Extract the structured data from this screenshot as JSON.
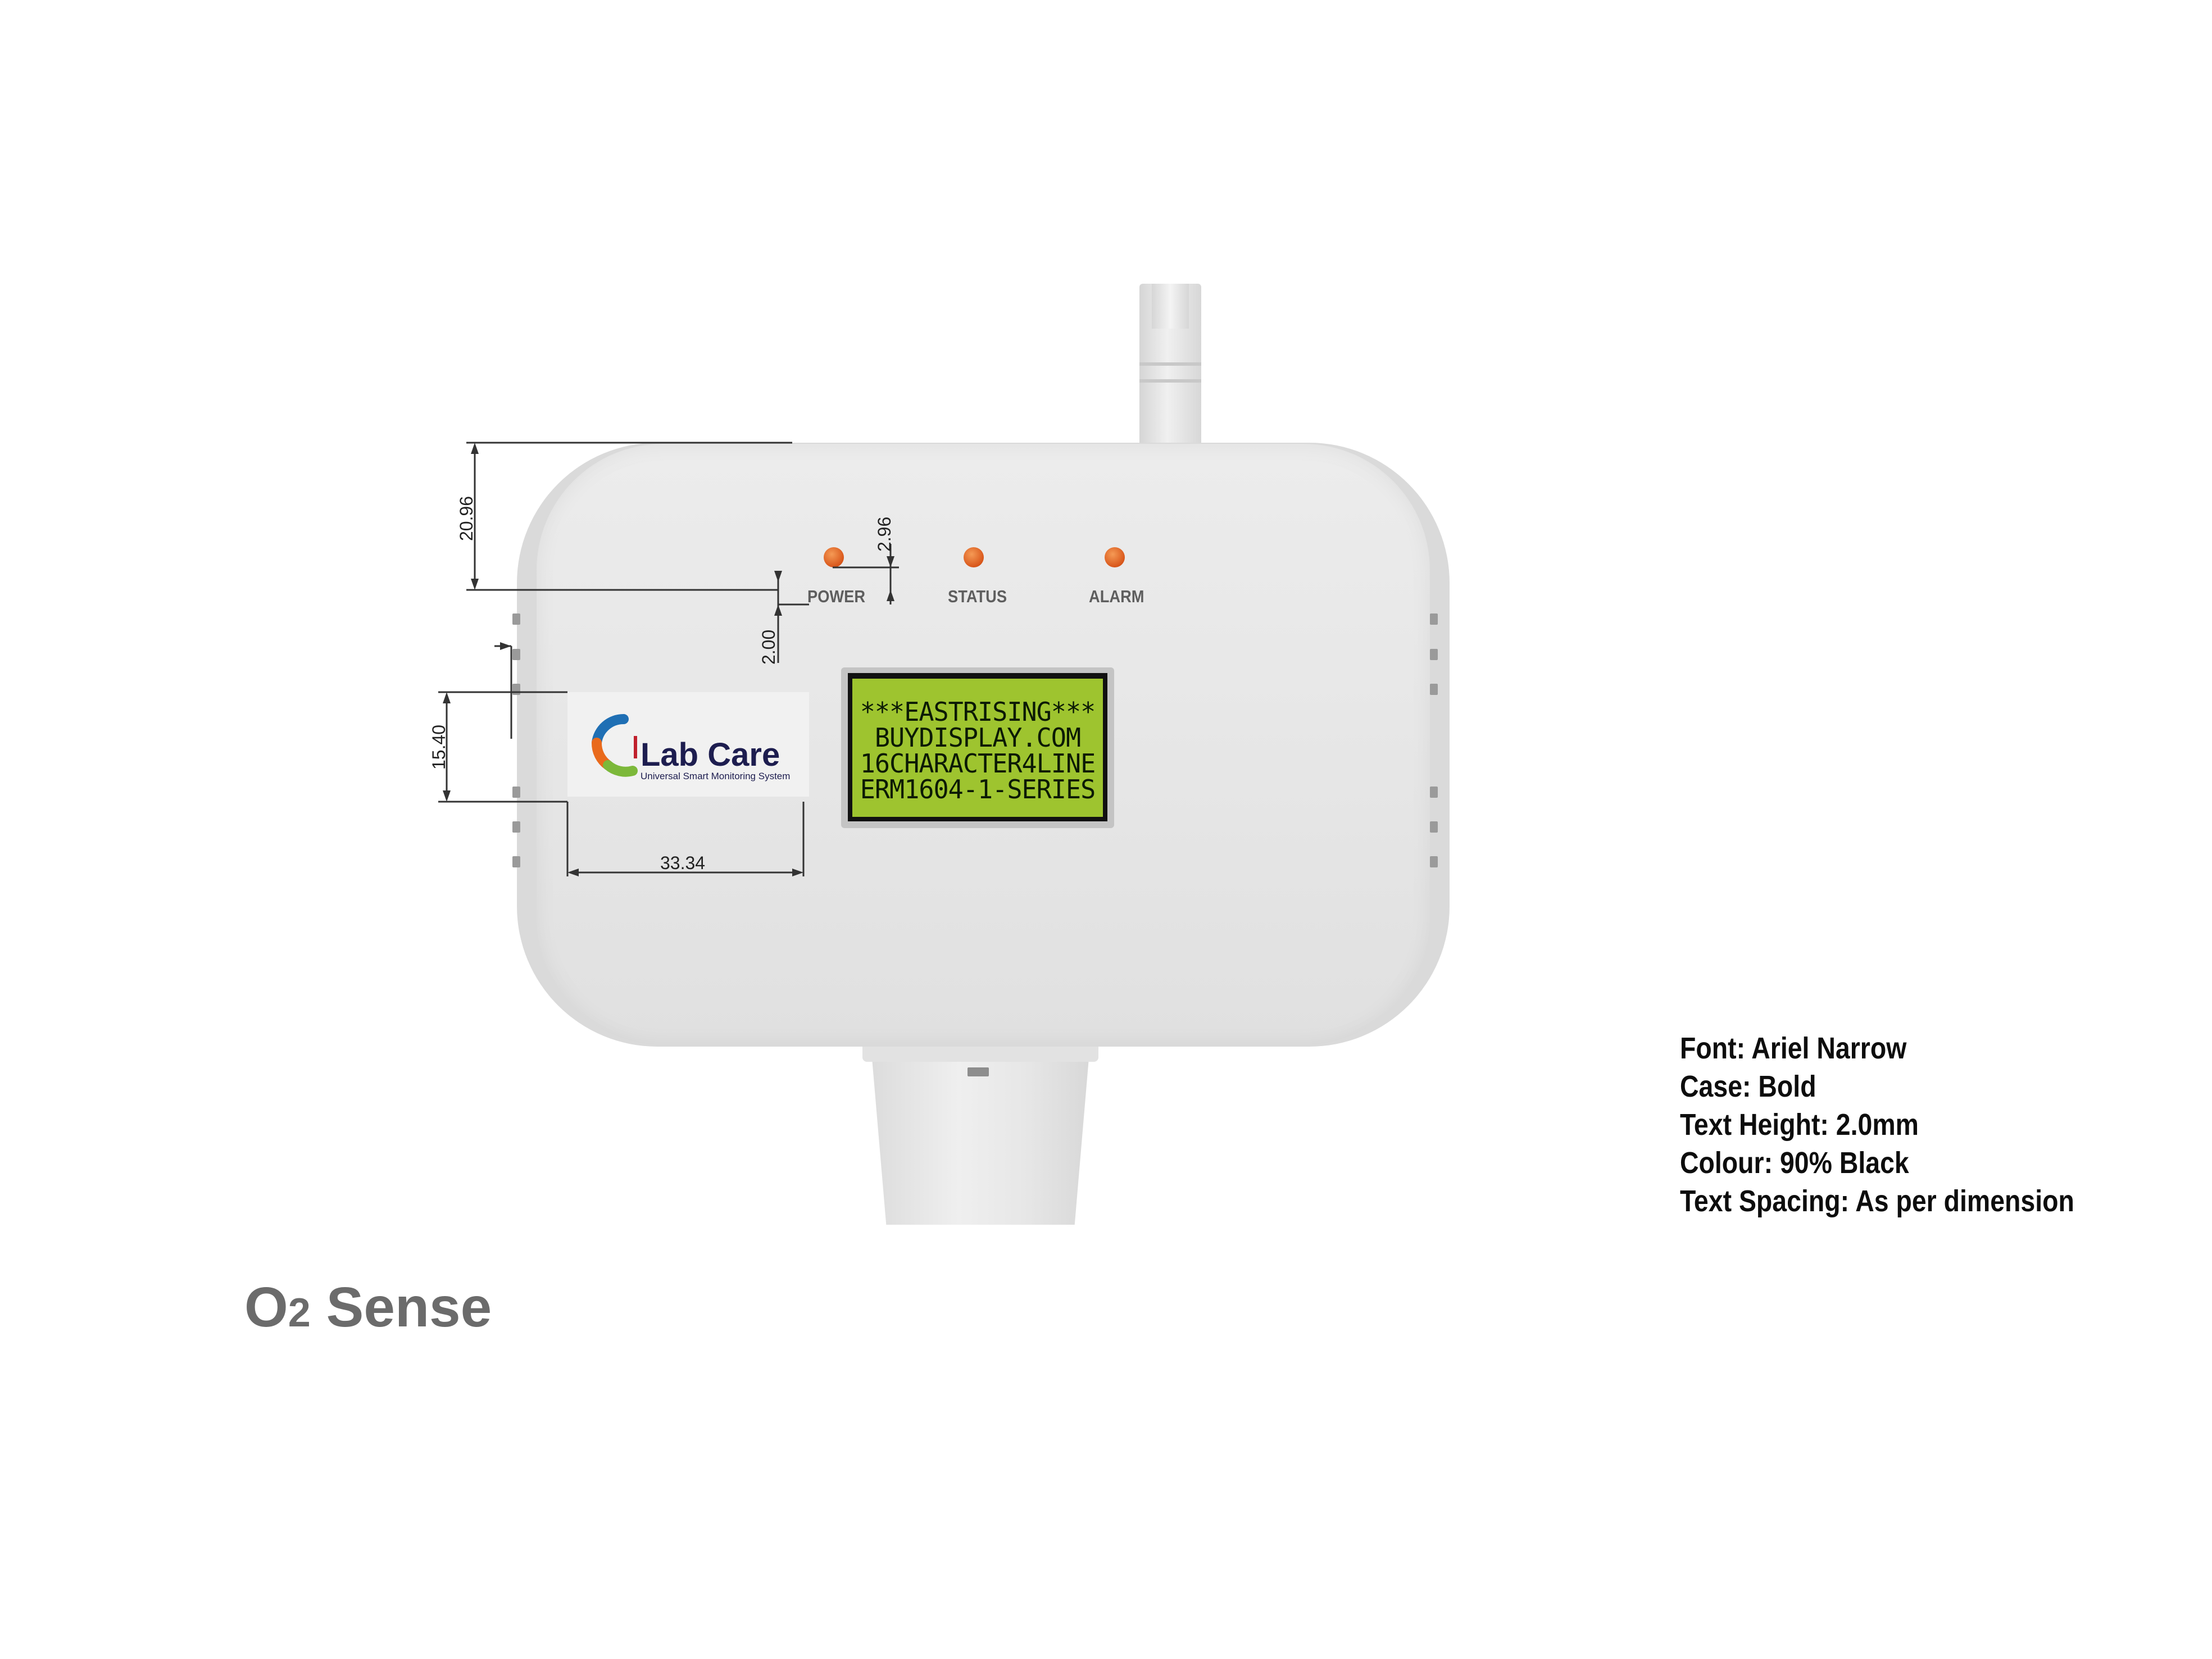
{
  "leds": [
    {
      "label": "POWER",
      "color": "#d9571b"
    },
    {
      "label": "STATUS",
      "color": "#d9571b"
    },
    {
      "label": "ALARM",
      "color": "#d9571b"
    }
  ],
  "lcd": {
    "lines": [
      "***EASTRISING***",
      "BUYDISPLAY.COM",
      "16CHARACTER4LINE",
      "ERM1604-1-SERIES"
    ],
    "backlight_color": "#9ec42f"
  },
  "logo": {
    "name": "Lab Care",
    "tagline": "Universal Smart Monitoring System"
  },
  "dimensions": {
    "top_to_led": "20.96",
    "led_gap": "2.96",
    "label_gap": "2.00",
    "logo_height": "15.40",
    "logo_width": "33.34"
  },
  "spec_notes": [
    "Font: Ariel Narrow",
    "Case: Bold",
    "Text Height: 2.0mm",
    "Colour: 90% Black",
    "Text Spacing: As per dimension"
  ],
  "product": {
    "name_prefix": "O",
    "name_subscript": "2",
    "name_suffix": " Sense"
  }
}
